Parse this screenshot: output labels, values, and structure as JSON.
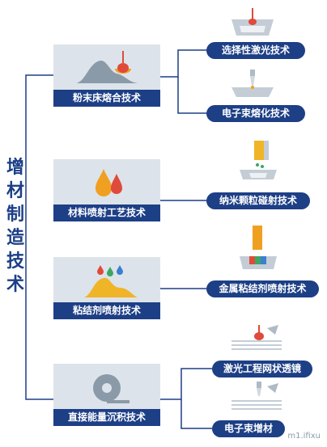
{
  "title_chars": [
    "增",
    "材",
    "制",
    "造",
    "技",
    "术"
  ],
  "categories": [
    {
      "label": "粉末床熔合技术",
      "icon": "mound-with-melt-pool-icon"
    },
    {
      "label": "材料喷射工艺技术",
      "icon": "droplets-icon"
    },
    {
      "label": "粘结剂喷射技术",
      "icon": "binder-drops-on-powder-icon"
    },
    {
      "label": "直接能量沉积技术",
      "icon": "wire-spool-icon"
    }
  ],
  "subtypes": [
    {
      "label": "选择性激光技术",
      "icon": "laser-powder-bed-icon"
    },
    {
      "label": "电子束熔化技术",
      "icon": "electron-beam-icon"
    },
    {
      "label": "纳米颗粒碰射技术",
      "icon": "nanoparticle-jetting-icon"
    },
    {
      "label": "金属粘结剂喷射技术",
      "icon": "binder-jetting-icon"
    },
    {
      "label": "激光工程网状透镜",
      "icon": "laser-deposition-icon"
    },
    {
      "label": "电子束增材",
      "icon": "electron-beam-deposition-icon"
    }
  ],
  "watermark": "m1.ifixu",
  "colors": {
    "navy": "#1d3f86",
    "card_bg": "#dde3ea",
    "line": "#1d3f86",
    "orange": "#f0a020",
    "red": "#e04a3a",
    "mound": "#8a9aa8"
  }
}
